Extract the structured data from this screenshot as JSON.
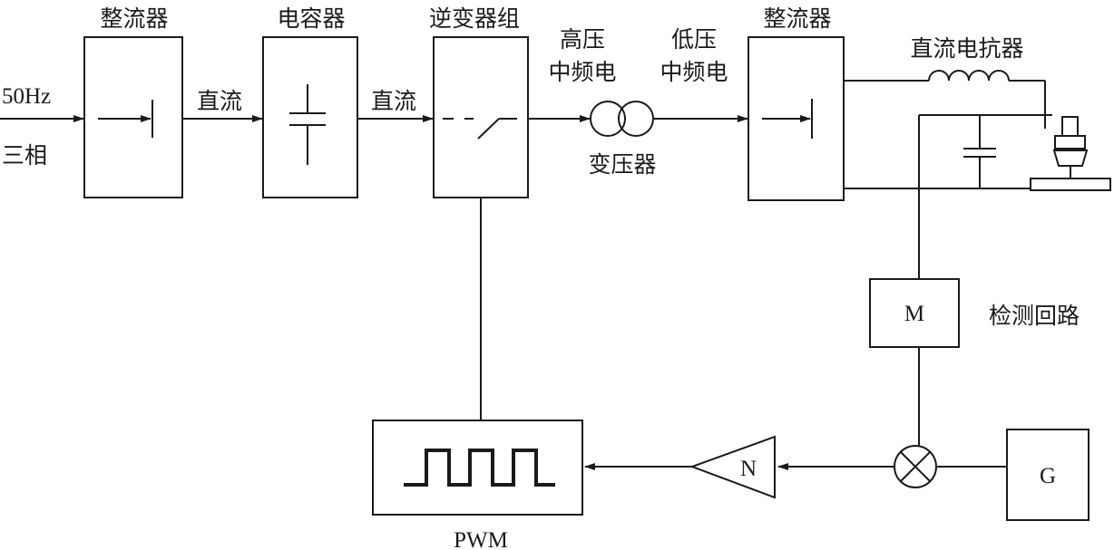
{
  "input": {
    "freq": "50Hz",
    "phase": "三相"
  },
  "blocks": {
    "rectifier1": "整流器",
    "capacitor": "电容器",
    "inverter": "逆变器组",
    "rectifier2": "整流器",
    "reactor": "直流电抗器",
    "transformer": "变压器",
    "detection": "检测回路",
    "pwm": "PWM"
  },
  "signals": {
    "dc1": "直流",
    "dc2": "直流",
    "hv_line1": "高压",
    "hv_line2": "中频电",
    "lv_line1": "低压",
    "lv_line2": "中频电"
  },
  "letters": {
    "m": "M",
    "n": "N",
    "g": "G"
  },
  "colors": {
    "stroke": "#1a1a1a",
    "background": "#ffffff"
  }
}
